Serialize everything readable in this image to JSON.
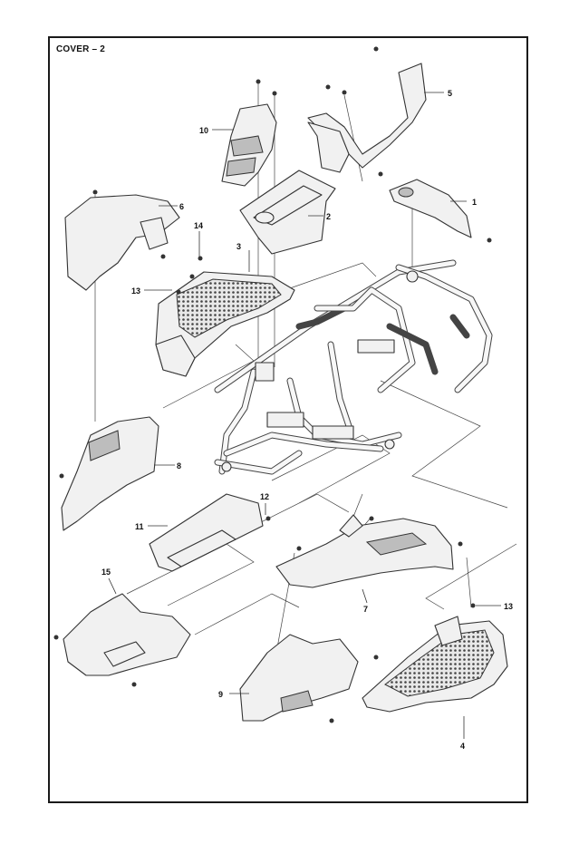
{
  "title": "COVER – 2",
  "callouts": [
    {
      "id": "1",
      "label": "1"
    },
    {
      "id": "2",
      "label": "2"
    },
    {
      "id": "3",
      "label": "3"
    },
    {
      "id": "4",
      "label": "4"
    },
    {
      "id": "5",
      "label": "5"
    },
    {
      "id": "6",
      "label": "6"
    },
    {
      "id": "7",
      "label": "7"
    },
    {
      "id": "8",
      "label": "8"
    },
    {
      "id": "9",
      "label": "9"
    },
    {
      "id": "10",
      "label": "10"
    },
    {
      "id": "11",
      "label": "11"
    },
    {
      "id": "12",
      "label": "12"
    },
    {
      "id": "13a",
      "label": "13"
    },
    {
      "id": "13b",
      "label": "13"
    },
    {
      "id": "14",
      "label": "14"
    },
    {
      "id": "15",
      "label": "15"
    }
  ],
  "colors": {
    "line": "#333333",
    "fill": "#f1f1f1",
    "frame": "#1a1a1a"
  }
}
